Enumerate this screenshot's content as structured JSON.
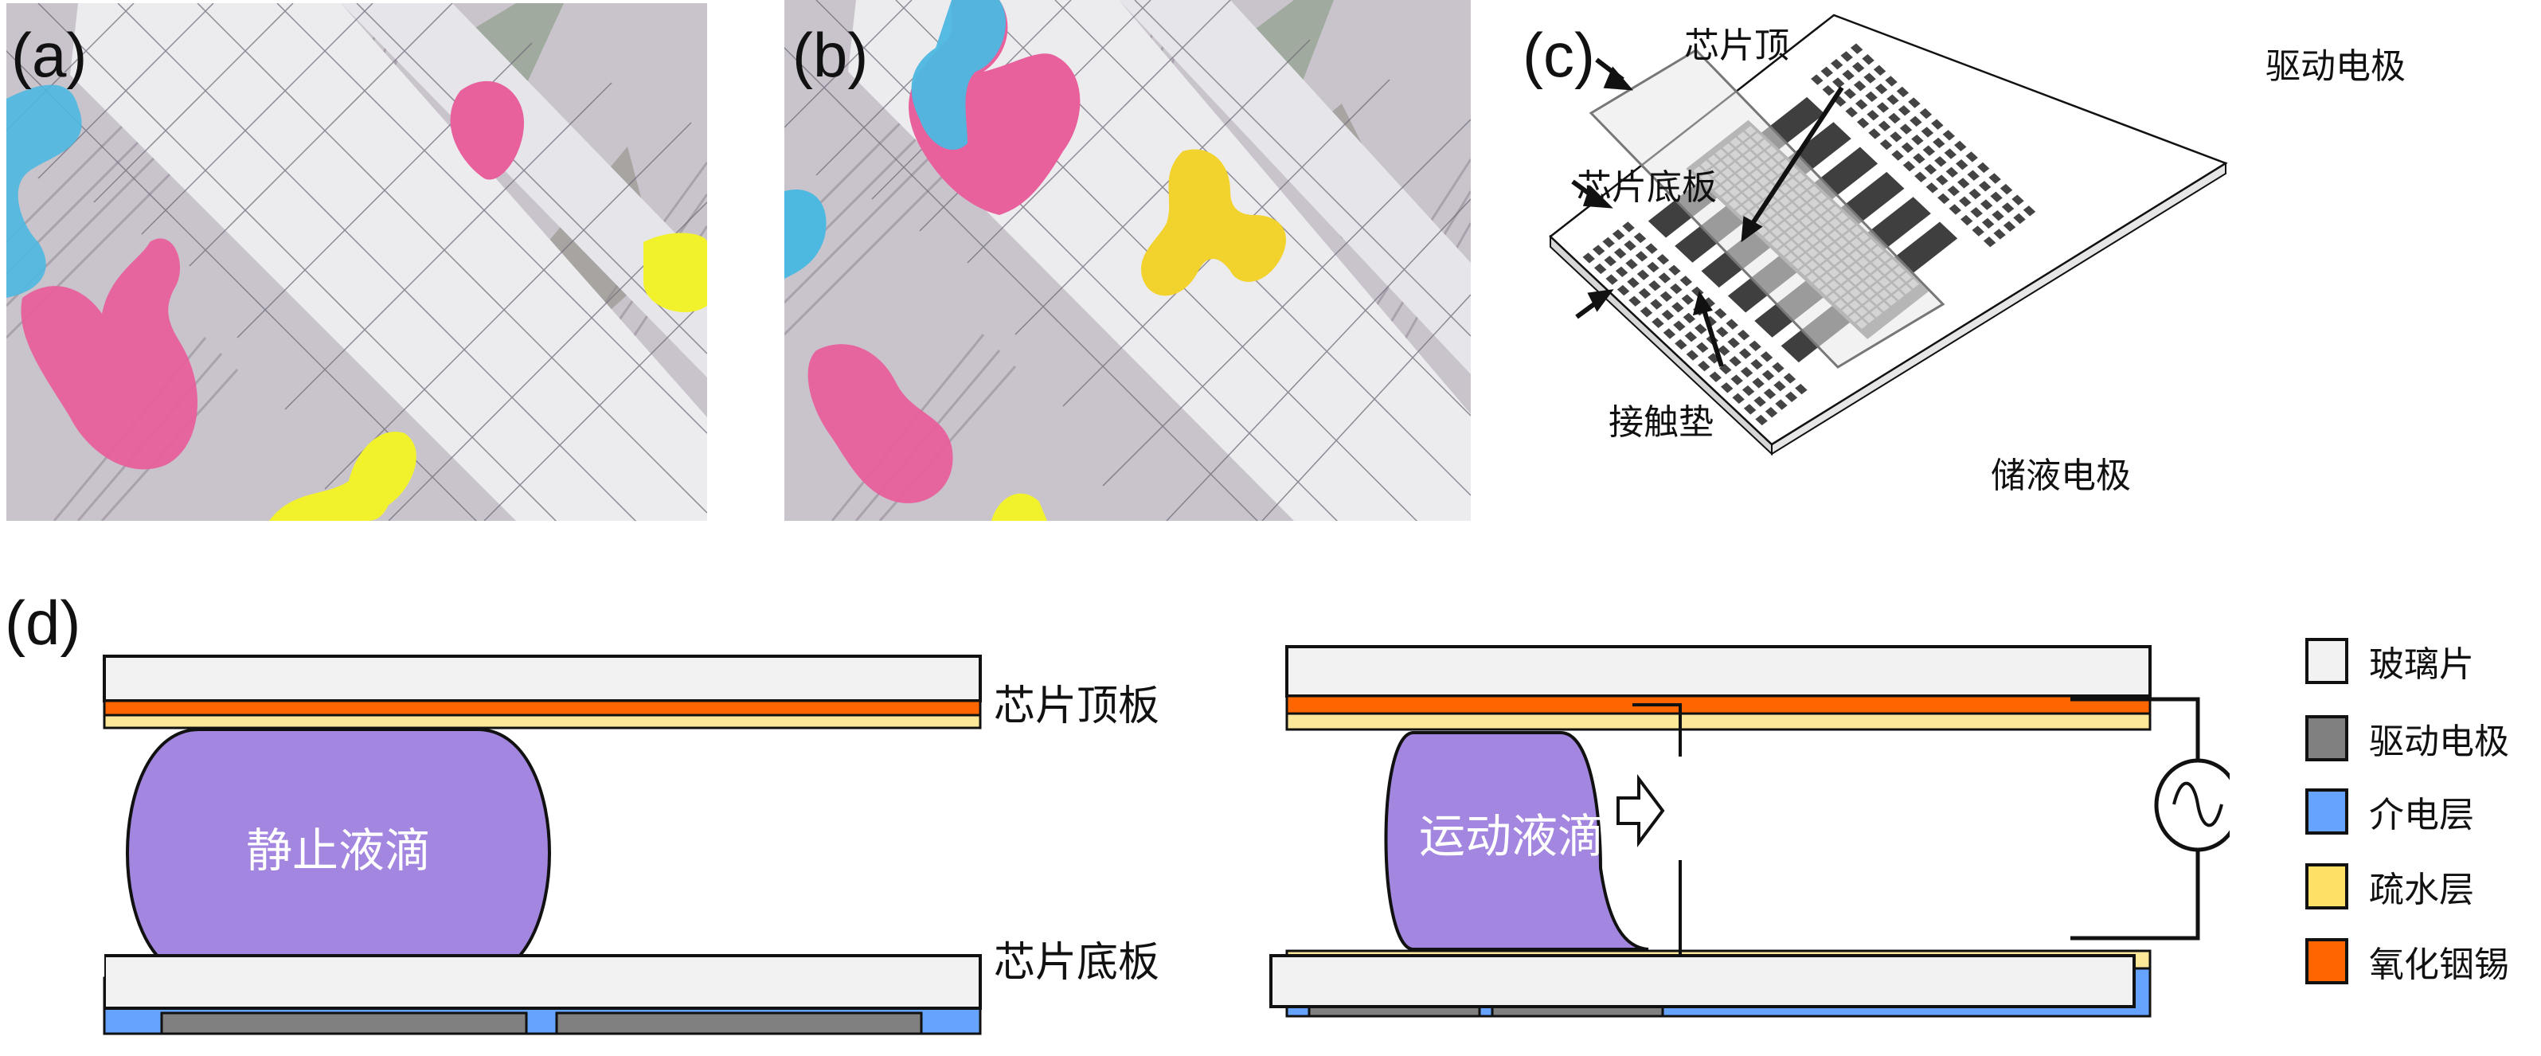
{
  "panels": {
    "a": {
      "label": "(a)"
    },
    "b": {
      "label": "(b)"
    },
    "c": {
      "label": "(c)",
      "annotations": {
        "chip_top": "芯片顶",
        "chip_base": "芯片底板",
        "contact_pad": "接触垫",
        "drive_electrode": "驱动电极",
        "reservoir_electrode": "储液电极"
      }
    },
    "d": {
      "label": "(d)",
      "left": {
        "top_plate_label": "芯片顶板",
        "bottom_plate_label": "芯片底板",
        "droplet_label": "静止液滴"
      },
      "right": {
        "droplet_label": "运动液滴",
        "ac_source_icon": "ac-source-icon",
        "direction_icon": "arrow-right-icon"
      }
    }
  },
  "legend": [
    {
      "label": "玻璃片",
      "color": "#f2f2f2"
    },
    {
      "label": "驱动电极",
      "color": "#808080"
    },
    {
      "label": "介电层",
      "color": "#66a3ff"
    },
    {
      "label": "疏水层",
      "color": "#ffe066"
    },
    {
      "label": "氧化铟锡",
      "color": "#ff6600"
    }
  ],
  "colors": {
    "droplet": "#a386e0",
    "droplet_pink": "#e8609c",
    "droplet_blue": "#4db8e0",
    "droplet_yellow": "#f2e92c",
    "droplet_orange": "#f2c52c",
    "glass": "#f2f2f2",
    "ito": "#ff6600",
    "hydrophobic": "#fde89a",
    "dielectric": "#66a3ff",
    "electrode": "#808080",
    "board_dark": "#3f3f3f"
  }
}
